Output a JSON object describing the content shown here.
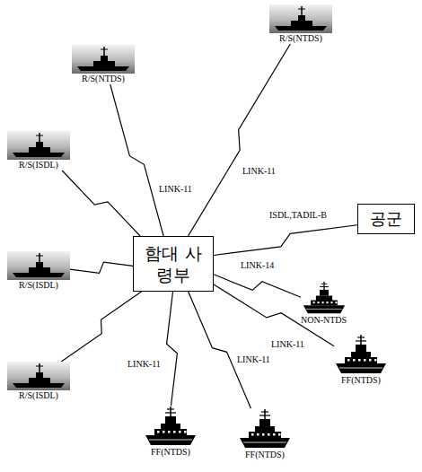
{
  "diagram": {
    "nodes": [
      {
        "text": [
          "R/S(NTDS)"
        ]
      },
      {
        "text": [
          "R/S(NTDS)"
        ]
      },
      {
        "text": [
          "R/S(ISDL)"
        ]
      },
      {
        "text": [
          "공군"
        ]
      },
      {
        "text": [
          "함대 사령부"
        ]
      },
      {
        "text": [
          "R/S(ISDL)"
        ]
      },
      {
        "text": [
          "NON-NTDS"
        ]
      },
      {
        "text": [
          "FF(NTDS)"
        ]
      },
      {
        "text": [
          "R/S(ISDL)"
        ]
      },
      {
        "text": [
          "FF(NTDS)"
        ]
      },
      {
        "text": [
          "FF(NTDS)"
        ]
      }
    ],
    "edges": [
      {
        "from": 4,
        "to": 0,
        "arrow": "none",
        "label": "LINK-11"
      },
      {
        "from": 4,
        "to": 1,
        "arrow": "none",
        "label": "LINK-11"
      },
      {
        "from": 4,
        "to": 2,
        "arrow": "none"
      },
      {
        "from": 4,
        "to": 3,
        "arrow": "none",
        "label": "ISDL,TADIL-B"
      },
      {
        "from": 4,
        "to": 5,
        "arrow": "none"
      },
      {
        "from": 4,
        "to": 6,
        "arrow": "none",
        "label": "LINK-14"
      },
      {
        "from": 4,
        "to": 7,
        "arrow": "none",
        "label": "LINK-11"
      },
      {
        "from": 4,
        "to": 8,
        "arrow": "none"
      },
      {
        "from": 4,
        "to": 9,
        "arrow": "none",
        "label": "LINK-11"
      },
      {
        "from": 4,
        "to": 10,
        "arrow": "none",
        "label": "LINK-11"
      }
    ]
  }
}
